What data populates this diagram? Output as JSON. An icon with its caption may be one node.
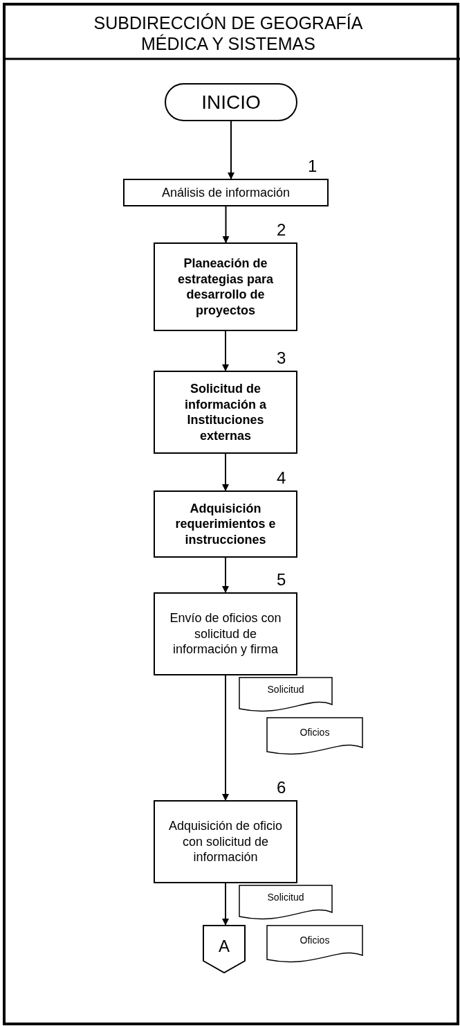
{
  "diagram": {
    "title": "SUBDIRECCIÓN DE GEOGRAFÍA MÉDICA Y SISTEMAS",
    "nodes": [
      {
        "text": [
          "INICIO"
        ]
      },
      {
        "text": [
          "Análisis de información"
        ],
        "beside": [
          "1"
        ]
      },
      {
        "text": [
          "Planeación de estrategias para desarrollo de proyectos"
        ],
        "beside": [
          "2"
        ]
      },
      {
        "text": [
          "Solicitud de información a Instituciones externas"
        ],
        "beside": [
          "3"
        ]
      },
      {
        "text": [
          "Adquisición requerimientos e instrucciones"
        ],
        "beside": [
          "4"
        ]
      },
      {
        "text": [
          "Envío de oficios con solicitud de información y firma"
        ],
        "beside": [
          "5"
        ]
      },
      {
        "text": [
          "Solicitud"
        ]
      },
      {
        "text": [
          "Oficios"
        ]
      },
      {
        "text": [
          "Adquisición de oficio con solicitud de información"
        ],
        "beside": [
          "6"
        ]
      },
      {
        "text": [
          "Solicitud"
        ]
      },
      {
        "text": [
          "Oficios"
        ]
      },
      {
        "text": [
          "A"
        ]
      }
    ],
    "edges": [
      {
        "from": 0,
        "to": 1,
        "arrow": "to"
      },
      {
        "from": 1,
        "to": 2,
        "arrow": "to"
      },
      {
        "from": 2,
        "to": 3,
        "arrow": "to"
      },
      {
        "from": 3,
        "to": 4,
        "arrow": "to"
      },
      {
        "from": 4,
        "to": 5,
        "arrow": "to"
      },
      {
        "from": 5,
        "to": 8,
        "arrow": "to"
      },
      {
        "from": 8,
        "to": 11,
        "arrow": "to"
      }
    ]
  }
}
